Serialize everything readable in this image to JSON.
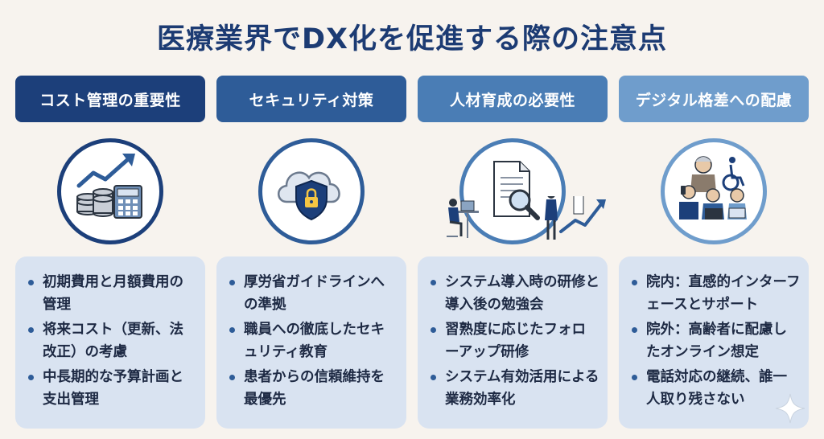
{
  "title": "医療業界でDX化を促進する際の注意点",
  "columns": [
    {
      "heading": "コスト管理の重要性",
      "icon": "cost-growth-icon",
      "bullets": [
        "初期費用と月額費用の管理",
        "将来コスト（更新、法改正）の考慮",
        "中長期的な予算計画と支出管理"
      ]
    },
    {
      "heading": "セキュリティ対策",
      "icon": "cloud-shield-lock-icon",
      "bullets": [
        "厚労省ガイドラインへの準拠",
        "職員への徹底したセキュリティ教育",
        "患者からの信頼維持を最優先"
      ]
    },
    {
      "heading": "人材育成の必要性",
      "icon": "document-search-training-icon",
      "bullets": [
        "システム導入時の研修と導入後の勉強会",
        "習熟度に応じたフォローアップ研修",
        "システム有効活用による業務効率化"
      ]
    },
    {
      "heading": "デジタル格差への配慮",
      "icon": "diverse-users-icon",
      "bullets": [
        "院内：直感的インターフェースとサポート",
        "院外：高齢者に配慮したオンライン想定",
        "電話対応の継続、誰一人取り残さない"
      ]
    }
  ],
  "colors": {
    "title": "#1c3b73",
    "heading_1": "#1c3f7a",
    "heading_2": "#2e5c98",
    "heading_3": "#4a7db5",
    "heading_4": "#6f9dcc",
    "card": "#d9e3f1",
    "background": "#f7f3ee"
  }
}
